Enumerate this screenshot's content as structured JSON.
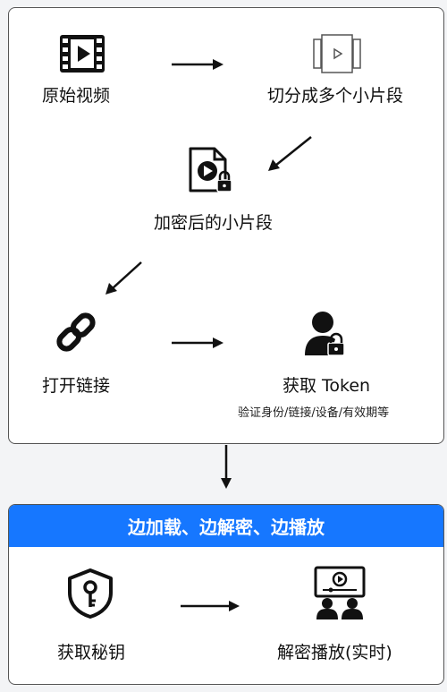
{
  "nodes": {
    "original_video": "原始视频",
    "split_segments": "切分成多个小片段",
    "encrypted_segments": "加密后的小片段",
    "open_link": "打开链接",
    "get_token": "获取 Token",
    "token_basis": "验证身份/链接/设备/有效期等",
    "get_key": "获取秘钥",
    "decrypt_play": "解密播放(实时)"
  },
  "banner": {
    "text": "边加载、边解密、边播放"
  },
  "colors": {
    "accent": "#1677ff",
    "icon": "#111111",
    "border": "#555555"
  },
  "icons": [
    "film-icon",
    "video-segment-icon",
    "encrypted-file-icon",
    "chain-link-icon",
    "user-lock-icon",
    "shield-key-icon",
    "player-screen-icon"
  ]
}
